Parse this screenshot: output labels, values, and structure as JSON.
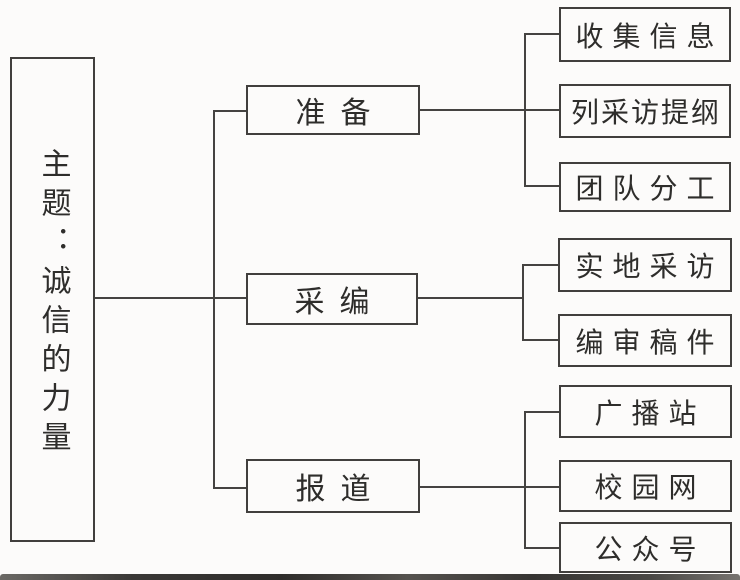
{
  "diagram": {
    "type": "tree",
    "orientation": "left-to-right",
    "root": {
      "label": "主题：诚信的力量"
    },
    "branches": [
      {
        "label": "准备",
        "children": [
          "收集信息",
          "列采访提纲",
          "团队分工"
        ]
      },
      {
        "label": "采编",
        "children": [
          "实地采访",
          "编审稿件"
        ]
      },
      {
        "label": "报道",
        "children": [
          "广播站",
          "校园网",
          "公众号"
        ]
      }
    ],
    "line_color": "#454341",
    "background_color": "#fcfbfa"
  }
}
